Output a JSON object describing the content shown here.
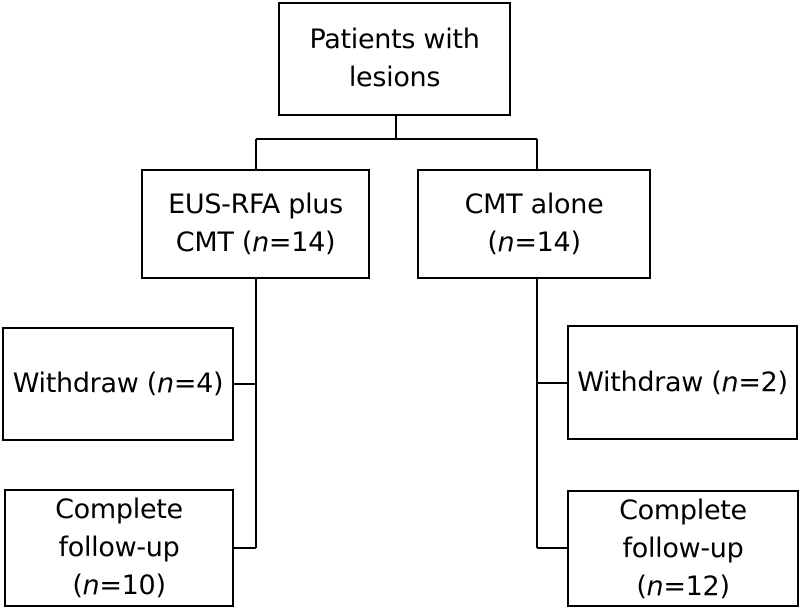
{
  "root": {
    "lines": [
      "Patients with",
      "lesions"
    ]
  },
  "left_arm": {
    "group": {
      "line1": "EUS-RFA plus",
      "line2_prefix": "CMT (",
      "n_symbol": "n",
      "line2_suffix": "=14)"
    },
    "withdraw": {
      "prefix": "Withdraw (",
      "n_symbol": "n",
      "suffix": "=4)"
    },
    "complete": {
      "line1": "Complete",
      "line2": "follow-up",
      "prefix": "(",
      "n_symbol": "n",
      "suffix": "=10)"
    }
  },
  "right_arm": {
    "group": {
      "line1": "CMT alone",
      "line2_prefix": "(",
      "n_symbol": "n",
      "line2_suffix": "=14)"
    },
    "withdraw": {
      "prefix": "Withdraw (",
      "n_symbol": "n",
      "suffix": "=2)"
    },
    "complete": {
      "line1": "Complete",
      "line2": "follow-up",
      "prefix": "(",
      "n_symbol": "n",
      "suffix": "=12)"
    }
  },
  "colors": {
    "line": "#000000",
    "background": "#ffffff"
  }
}
